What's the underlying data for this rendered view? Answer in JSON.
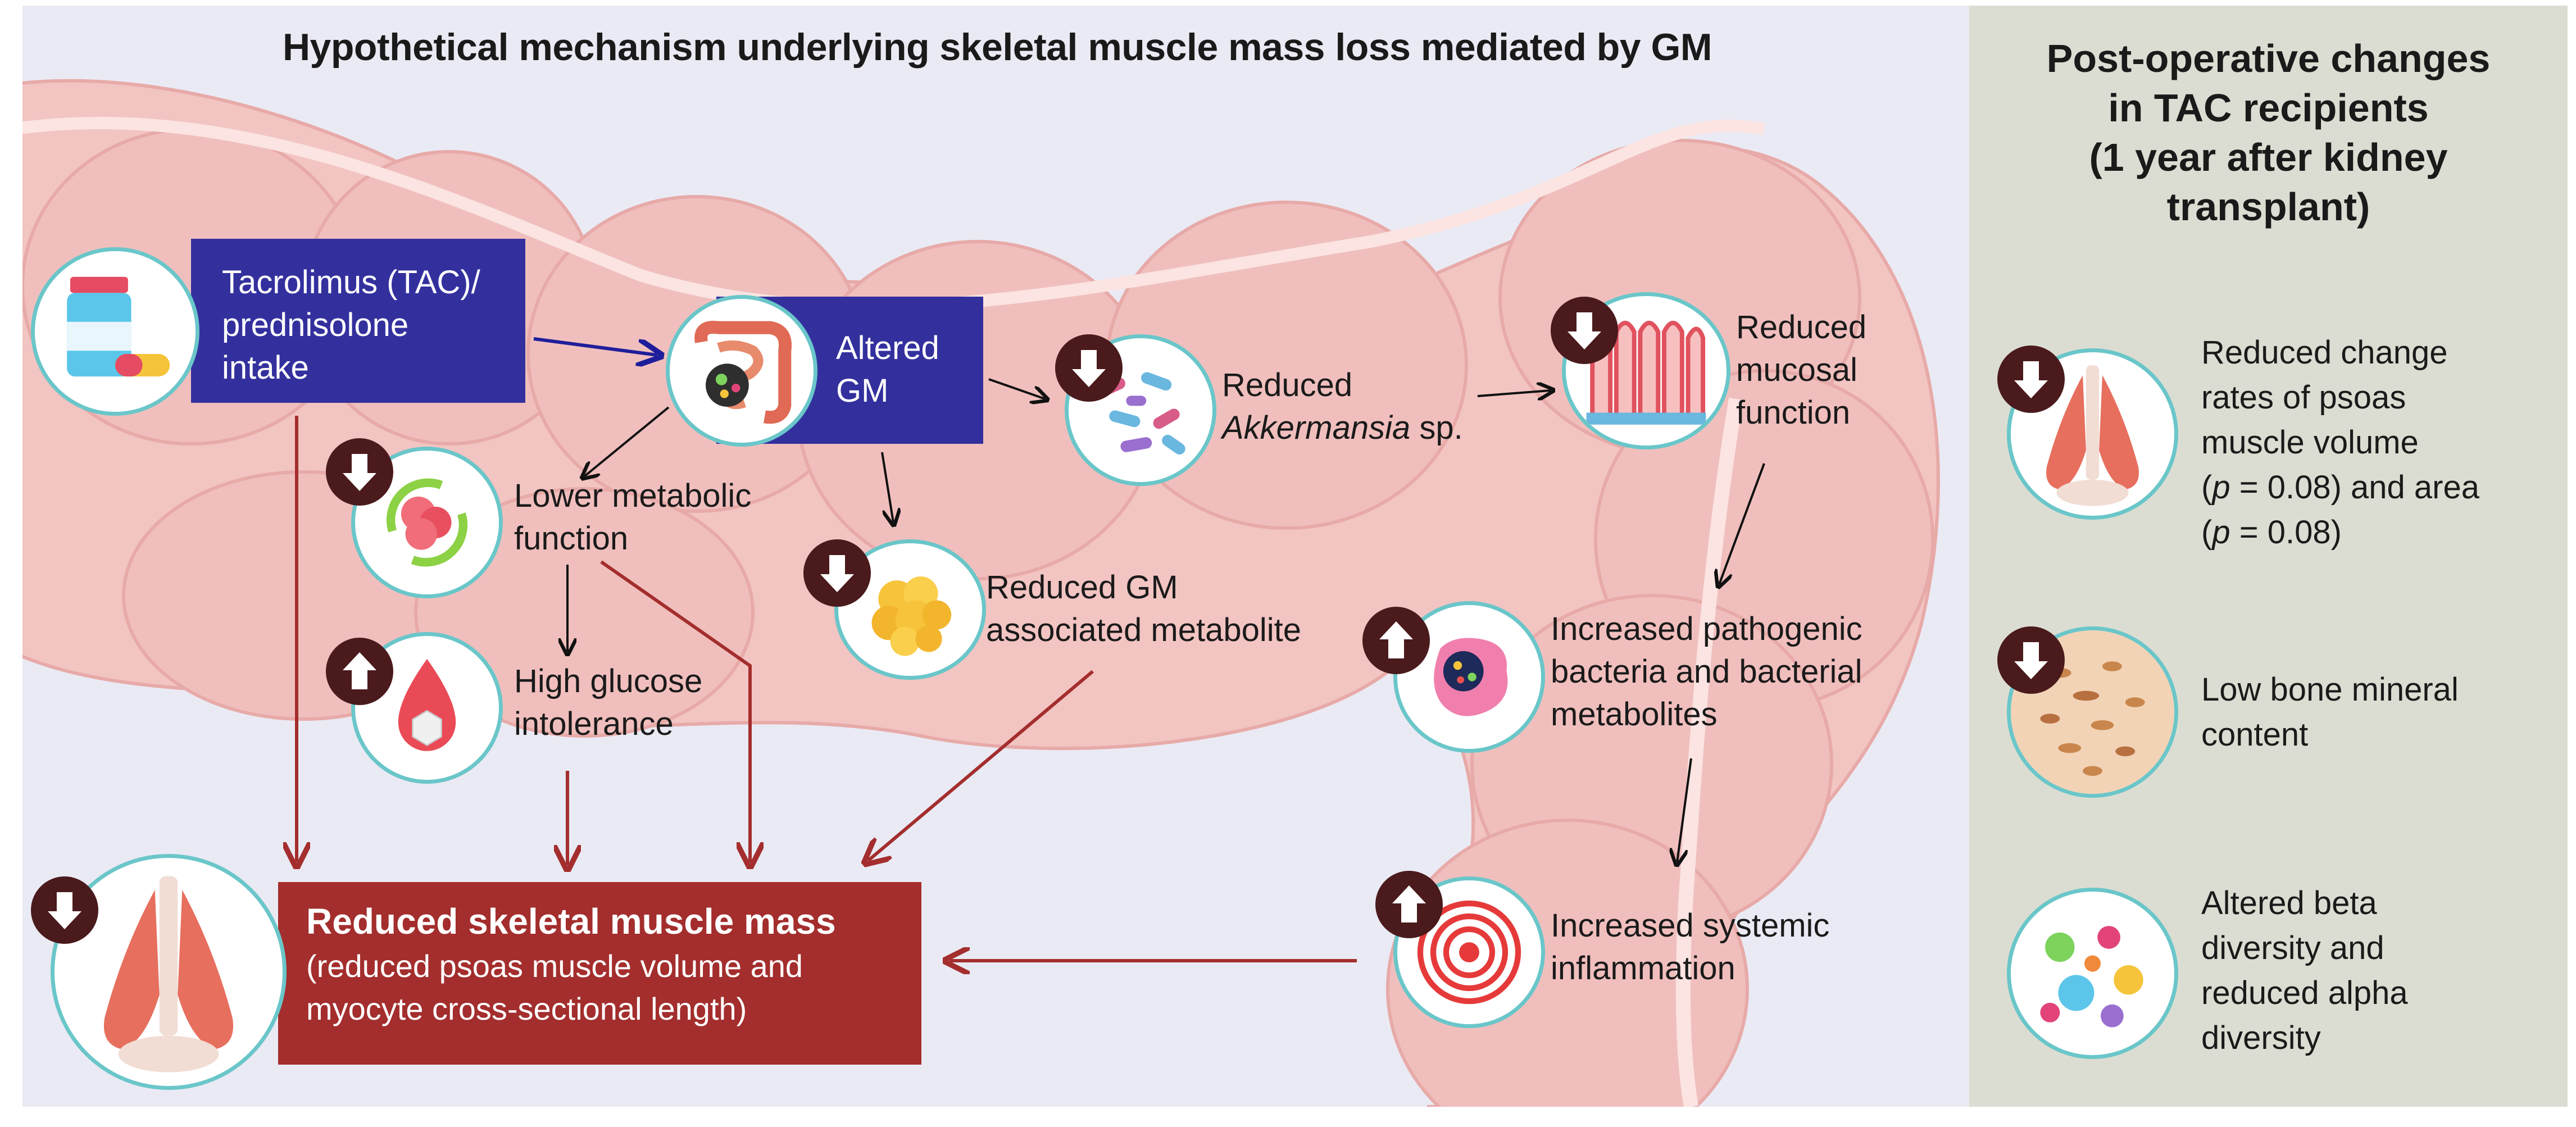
{
  "title": "Hypothetical mechanism underlying skeletal muscle mass loss mediated by GM",
  "side_panel": {
    "title_lines": [
      "Post-operative changes",
      "in TAC recipients",
      "(1 year after kidney",
      "transplant)"
    ],
    "items": [
      {
        "lines": [
          "Reduced change",
          "rates of psoas",
          "muscle volume"
        ],
        "stat_1_pre": "(",
        "stat_1_var": "p",
        "stat_1_post": " = 0.08) and area",
        "stat_2_pre": "(",
        "stat_2_var": "p",
        "stat_2_post": " = 0.08)",
        "direction": "down",
        "icon": "psoas-muscle-icon"
      },
      {
        "lines": [
          "Low bone mineral",
          "content"
        ],
        "direction": "down",
        "icon": "bone-tissue-icon"
      },
      {
        "lines": [
          "Altered beta",
          "diversity and",
          "reduced alpha",
          "diversity"
        ],
        "icon": "microbes-icon"
      }
    ]
  },
  "nodes": {
    "tac": {
      "lines": [
        "Tacrolimus (TAC)/",
        "prednisolone",
        "intake"
      ],
      "icon": "medication-icon"
    },
    "gm": {
      "lines": [
        "Altered",
        "GM"
      ],
      "icon": "intestine-icon"
    },
    "akk": {
      "line1": "Reduced",
      "line2_italic": "Akkermansia",
      "line2_rest": " sp.",
      "direction": "down",
      "icon": "bacteria-icon"
    },
    "mucosal": {
      "lines": [
        "Reduced",
        "mucosal",
        "function"
      ],
      "direction": "down",
      "icon": "villi-icon"
    },
    "metabolic": {
      "lines": [
        "Lower metabolic",
        "function"
      ],
      "direction": "down",
      "icon": "liver-cycle-icon"
    },
    "glucose": {
      "lines": [
        "High glucose",
        "intolerance"
      ],
      "direction": "up",
      "icon": "blood-drop-icon"
    },
    "metabolite": {
      "lines": [
        "Reduced GM",
        "associated metabolite"
      ],
      "direction": "down",
      "icon": "metabolite-icon"
    },
    "pathogenic": {
      "lines": [
        "Increased pathogenic",
        "bacteria and bacterial",
        "metabolites"
      ],
      "direction": "up",
      "icon": "gut-bacteria-icon"
    },
    "inflammation": {
      "lines": [
        "Increased systemic",
        "inflammation"
      ],
      "direction": "up",
      "icon": "target-icon"
    },
    "muscle": {
      "title": "Reduced skeletal muscle mass",
      "sub_lines": [
        "(reduced psoas muscle volume and",
        "myocyte cross-sectional length)"
      ],
      "direction": "down",
      "icon": "psoas-muscle-icon"
    }
  },
  "colors": {
    "blue_box": "#33309e",
    "red_box": "#a32e2d",
    "arrow_red": "#a32e2d",
    "arrow_blue": "#1e1e9a",
    "right_panel": "#dcddd2",
    "left_panel": "#eaeaf4",
    "badge": "#4a1a1c",
    "circle_ring": "#6ac6c9"
  }
}
